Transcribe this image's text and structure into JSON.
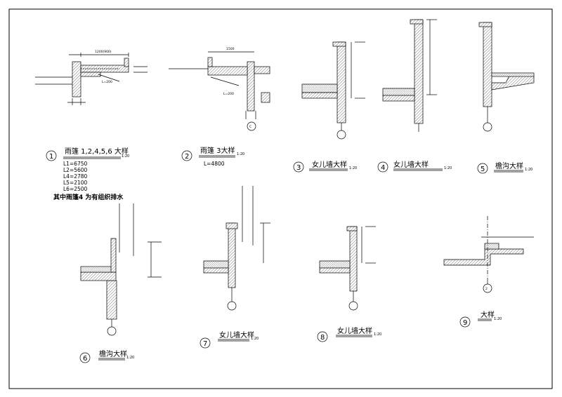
{
  "drawing": {
    "details": [
      {
        "number": "1",
        "title": "雨篷 1,2,4,5,6 大样",
        "scale": "1:20",
        "lengths": [
          "L1=6750",
          "L2=5600",
          "L4=2780",
          "L5=2100",
          "L6=2500"
        ],
        "remark": "其中雨篷4 为有组织排水",
        "dims": {
          "span": "1200(900)",
          "l": "L=200"
        }
      },
      {
        "number": "2",
        "title": "雨篷 3大样",
        "scale": "1:20",
        "lengths": [
          "L=4800"
        ],
        "dims": {
          "span": "1500",
          "l": "L=200"
        },
        "axis": "C"
      },
      {
        "number": "3",
        "title": "女儿墙大样",
        "scale": "1:20"
      },
      {
        "number": "4",
        "title": "女儿墙大样",
        "scale": "1:20"
      },
      {
        "number": "5",
        "title": "檐沟大样",
        "scale": "1:20"
      },
      {
        "number": "6",
        "title": "檐沟大样",
        "scale": "1:20"
      },
      {
        "number": "7",
        "title": "女儿墙大样",
        "scale": "1:20"
      },
      {
        "number": "8",
        "title": "女儿墙大样",
        "scale": "1:20"
      },
      {
        "number": "9",
        "title": "大样",
        "scale": "1:20",
        "axis": "2"
      }
    ],
    "colors": {
      "line": "#000000",
      "hatch": "#555555",
      "background": "#ffffff"
    }
  }
}
